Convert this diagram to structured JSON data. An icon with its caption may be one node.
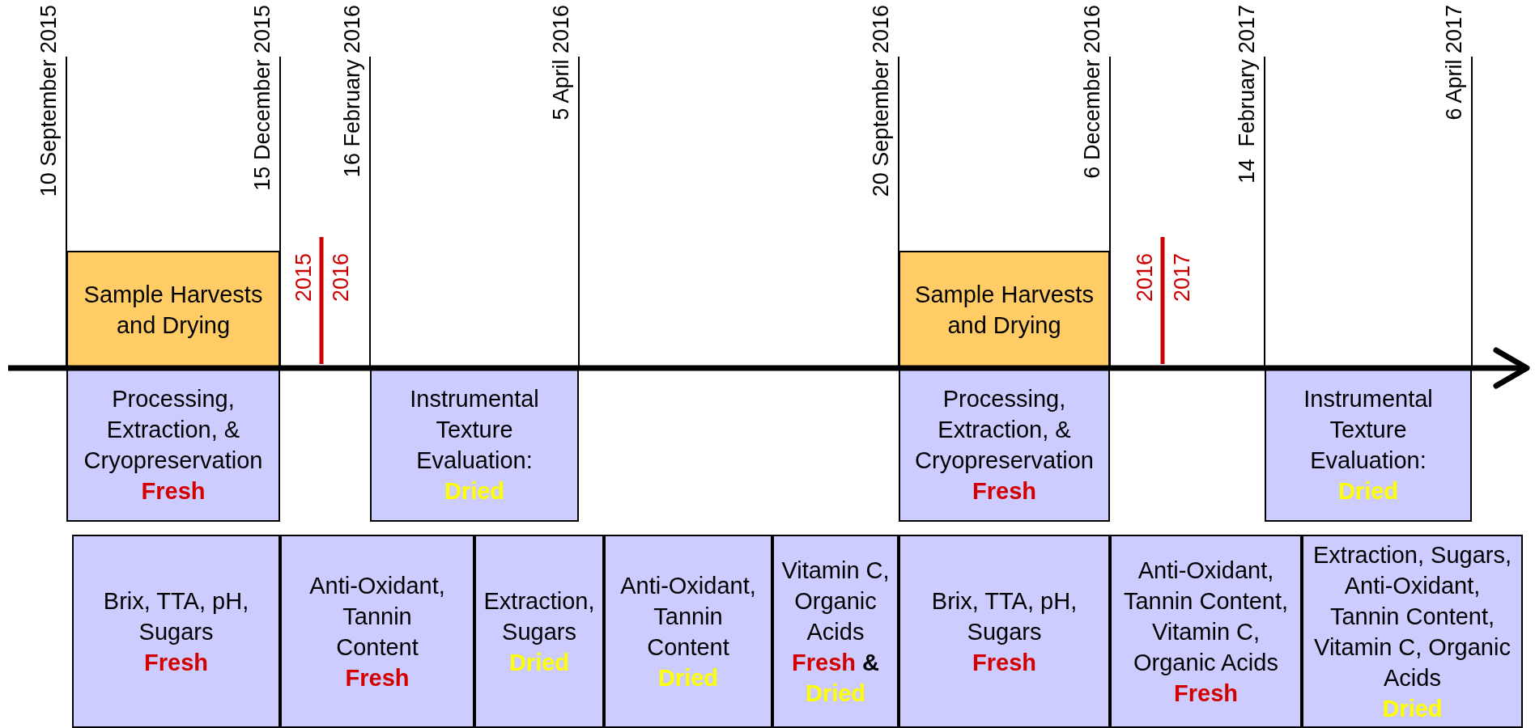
{
  "diagram": {
    "nodes": [
      {
        "text": [
          "Sample Harvests and Drying"
        ]
      },
      {
        "text": [
          "Processing, Extraction, & Cryopreservation",
          "Fresh"
        ]
      },
      {
        "text": [
          "Instrumental Texture Evaluation:",
          "Dried"
        ]
      },
      {
        "text": [
          "Sample Harvests and Drying"
        ]
      },
      {
        "text": [
          "Processing, Extraction, & Cryopreservation",
          "Fresh"
        ]
      },
      {
        "text": [
          "Instrumental Texture Evaluation:",
          "Dried"
        ]
      },
      {
        "text": [
          "Brix, TTA, pH, Sugars",
          "Fresh"
        ]
      },
      {
        "text": [
          "Anti-Oxidant, Tannin Content",
          "Fresh"
        ]
      },
      {
        "text": [
          "Extraction, Sugars",
          "Dried"
        ]
      },
      {
        "text": [
          "Anti-Oxidant, Tannin Content",
          "Dried"
        ]
      },
      {
        "text": [
          "Vitamin C, Organic Acids",
          "Fresh",
          "&",
          "Dried"
        ]
      },
      {
        "text": [
          "Brix, TTA, pH, Sugars",
          "Fresh"
        ]
      },
      {
        "text": [
          "Anti-Oxidant, Tannin Content, Vitamin C, Organic Acids",
          "Fresh"
        ]
      },
      {
        "text": [
          "Extraction, Sugars, Anti-Oxidant, Tannin Content, Vitamin C, Organic Acids",
          "Dried"
        ]
      }
    ],
    "labels": [
      "10 September 2015",
      "15 December 2015",
      "16 February 2016",
      "5 April 2016",
      "20 September 2016",
      "6 December 2016",
      "14  February 2017",
      "6 April 2017",
      "2015",
      "2016",
      "2016",
      "2017"
    ]
  }
}
